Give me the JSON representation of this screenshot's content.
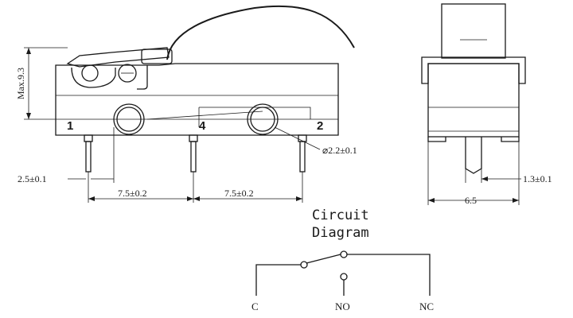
{
  "front_view": {
    "pin_labels": {
      "pin1": "1",
      "pin4": "4",
      "pin2": "2"
    },
    "dim_max_height": "Max.9.3",
    "dim_pin_offset": "2.5±0.1",
    "dim_hole_diameter": "⌀2.2±0.1",
    "dim_pitch_left": "7.5±0.2",
    "dim_pitch_right": "7.5±0.2"
  },
  "side_view": {
    "dim_pin_width": "1.3±0.1",
    "dim_body_width": "6.5"
  },
  "circuit": {
    "title_line1": "Circuit",
    "title_line2": "Diagram",
    "terminal_c": "C",
    "terminal_no": "NO",
    "terminal_nc": "NC"
  }
}
